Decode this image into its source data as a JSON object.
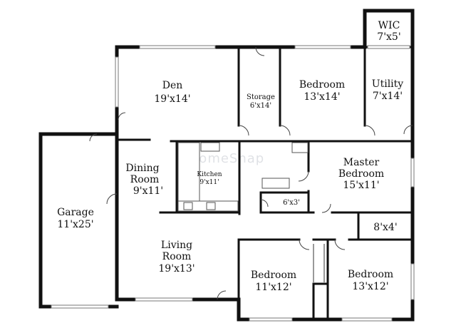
{
  "rooms": {
    "wic": {
      "name": "WIC",
      "size": "7'x5'"
    },
    "den": {
      "name": "Den",
      "size": "19'x14'"
    },
    "storage": {
      "name": "Storage",
      "size": "6'x14'"
    },
    "bedroom_top": {
      "name": "Bedroom",
      "size": "13'x14'"
    },
    "utility": {
      "name": "Utility",
      "size": "7'x14'"
    },
    "dining": {
      "name_line1": "Dining",
      "name_line2": "Room",
      "size": "9'x11'"
    },
    "kitchen": {
      "name": "Kitchen",
      "size": "9'x11'"
    },
    "master": {
      "name_line1": "Master",
      "name_line2": "Bedroom",
      "size": "15'x11'"
    },
    "bath": {
      "size": "6'x3'"
    },
    "closet": {
      "size": "8'x4'"
    },
    "garage": {
      "name": "Garage",
      "size": "11'x25'"
    },
    "living": {
      "name_line1": "Living",
      "name_line2": "Room",
      "size": "19'x13'"
    },
    "bedroom_mid": {
      "name": "Bedroom",
      "size": "11'x12'"
    },
    "bedroom_right": {
      "name": "Bedroom",
      "size": "13'x12'"
    }
  },
  "watermark": {
    "text": "HomeSnap"
  }
}
